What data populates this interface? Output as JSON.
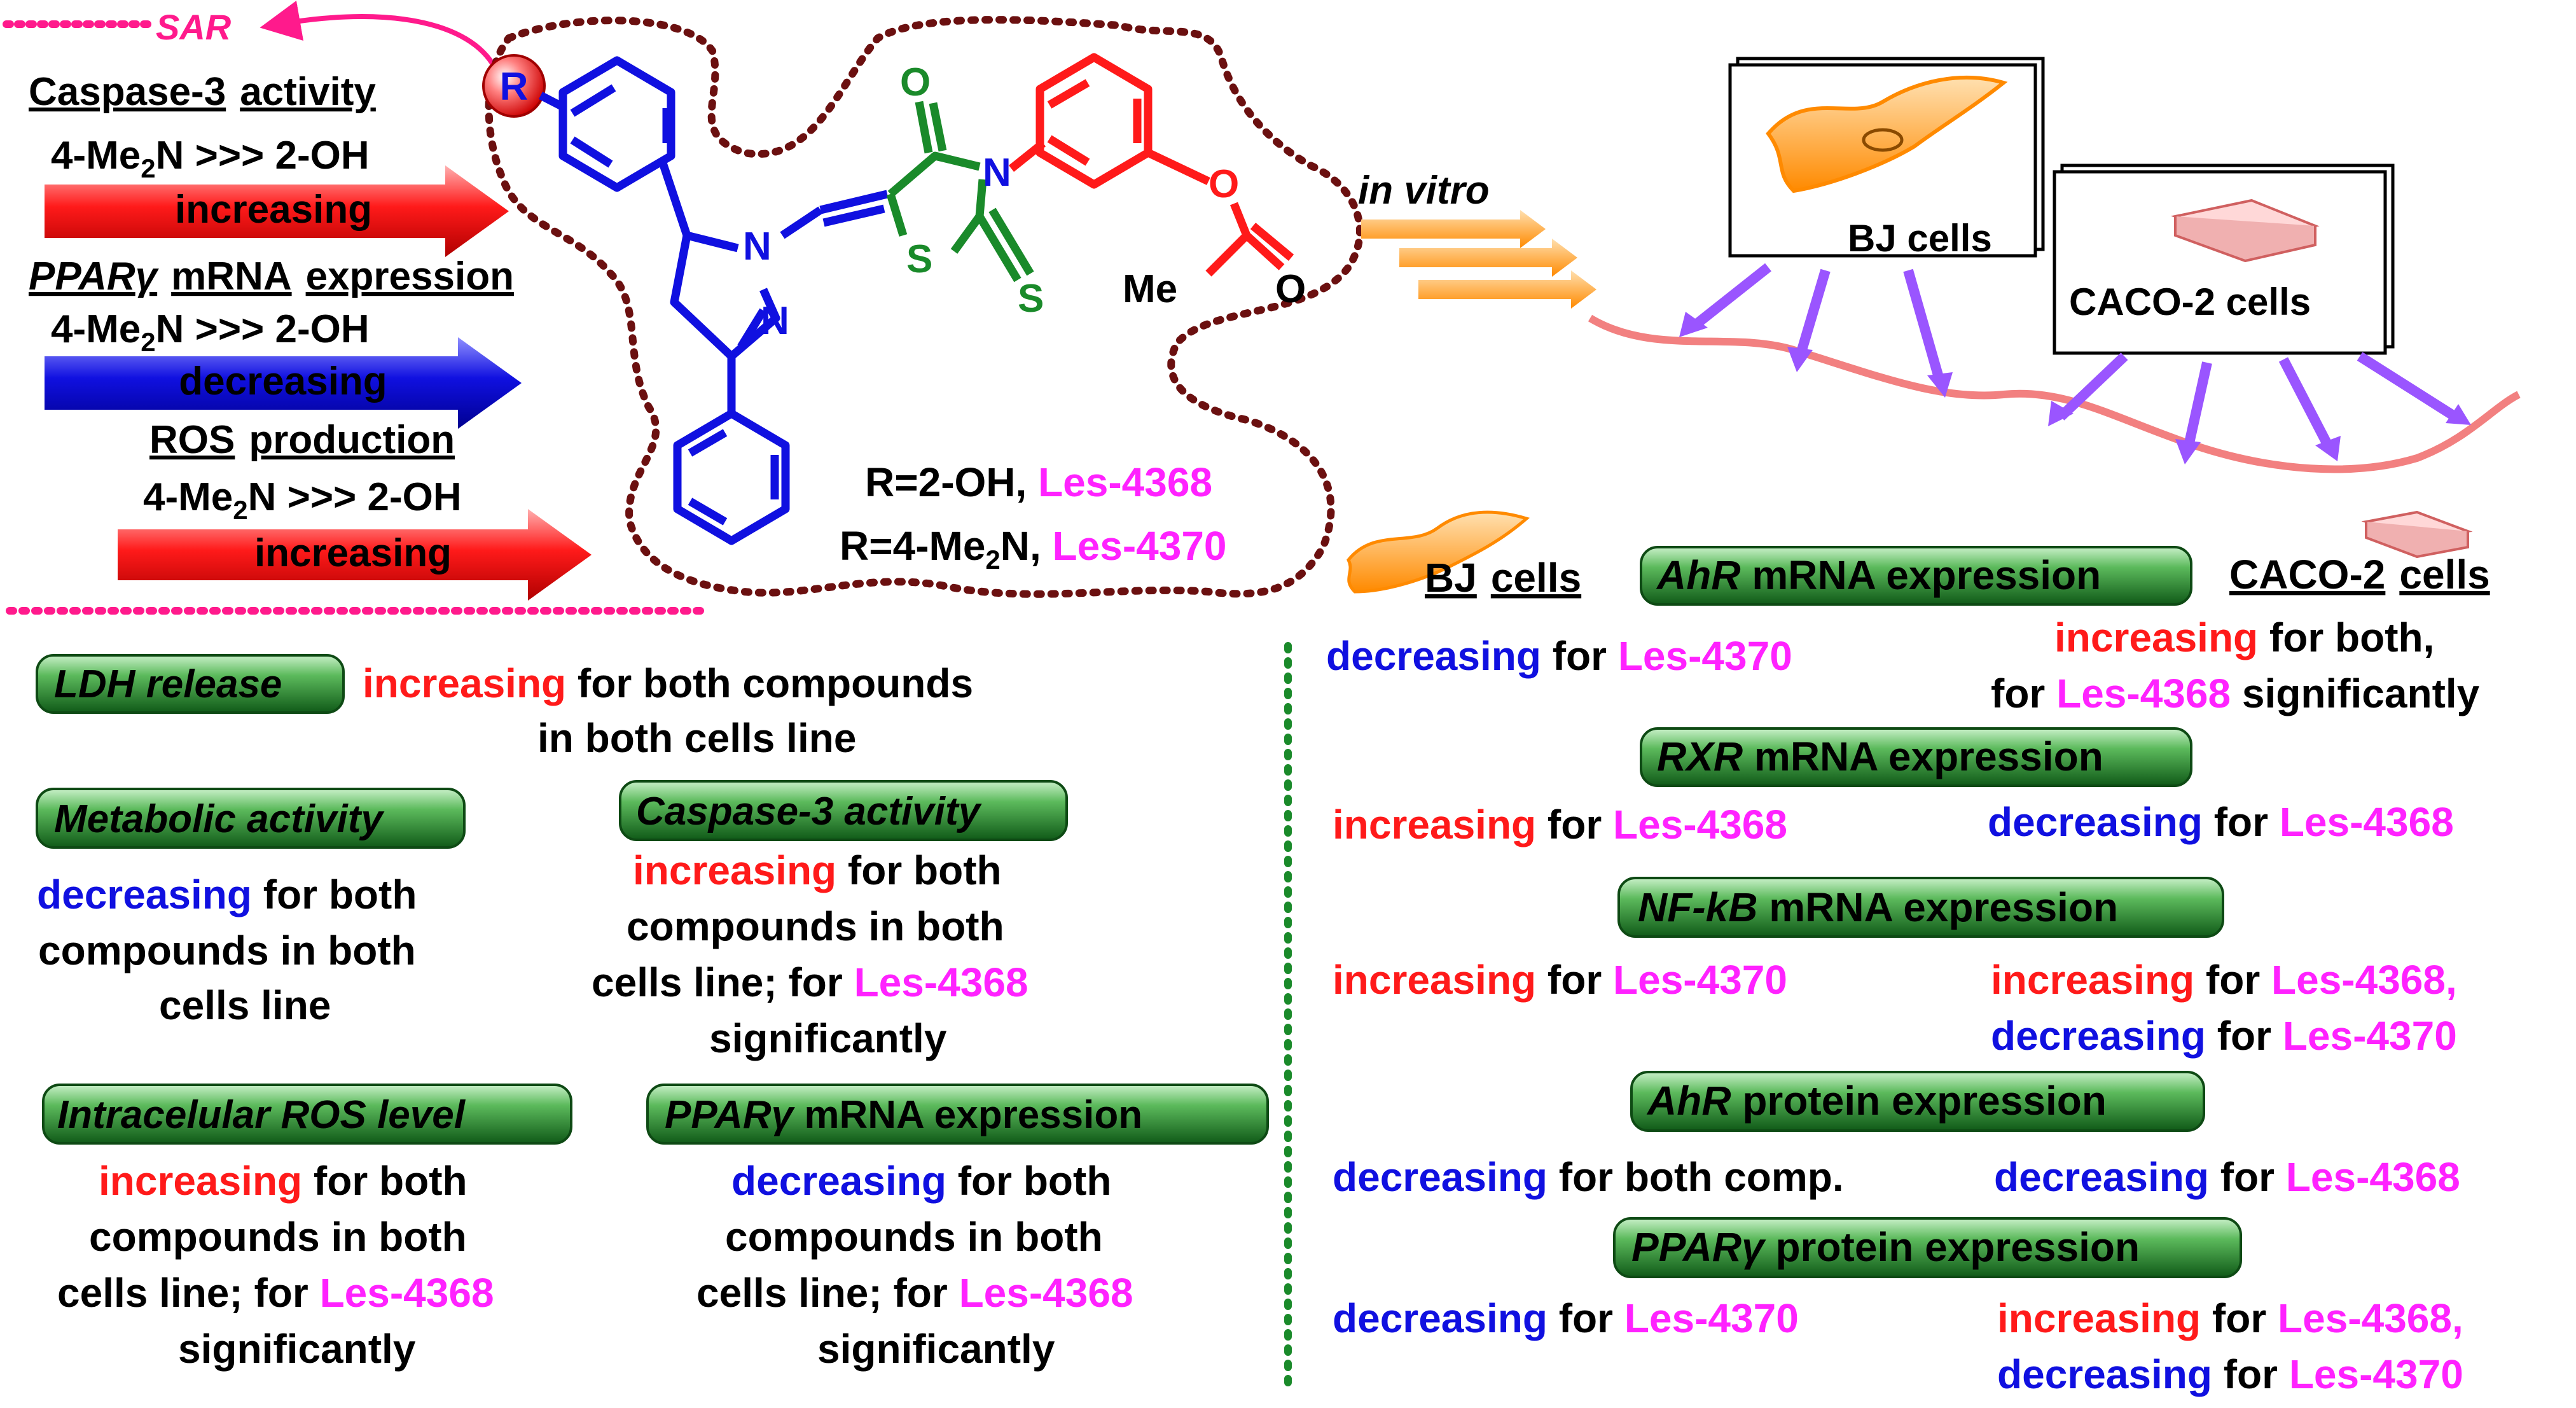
{
  "colors": {
    "red": "#ff1a1a",
    "blue": "#1010e0",
    "magenta": "#ff22ff",
    "green_fill": "#1f8a2e",
    "pink": "#ff1a8c",
    "maroon": "#6b1010",
    "orange": "#ff9a1a",
    "purple": "#9a55ff",
    "salmon": "#f28080"
  },
  "sar": {
    "title": "SAR",
    "r_label": "R",
    "sections": [
      {
        "heading_a": "Caspase-3",
        "heading_b": "activity",
        "order": "4-Me",
        "order_sub": "2",
        "order_tail": "N >>> 2-OH",
        "trend": "increasing"
      },
      {
        "heading_a": "PPAR",
        "heading_greek": "γ",
        "heading_b": "mRNA",
        "heading_c": "expression",
        "order": "4-Me",
        "order_sub": "2",
        "order_tail": "N >>> 2-OH",
        "trend": "decreasing"
      },
      {
        "heading_a": "ROS",
        "heading_b": "production",
        "order": "4-Me",
        "order_sub": "2",
        "order_tail": "N >>> 2-OH",
        "trend": "increasing"
      }
    ]
  },
  "structure": {
    "atoms": {
      "O": "O",
      "N": "N",
      "S": "S",
      "Me": "Me"
    },
    "variant1_prefix": "R=2-OH, ",
    "variant1_name": "Les-4368",
    "variant2_prefix": "R=4-Me",
    "variant2_sub": "2",
    "variant2_mid": "N, ",
    "variant2_name": "Les-4370"
  },
  "invitro": {
    "label": "in vitro",
    "bj_cells": "BJ cells",
    "caco_cells": "CACO-2 cells"
  },
  "left_panel": {
    "ldh": {
      "label": "LDH release",
      "line1_a": "increasing",
      "line1_b": " for both compounds",
      "line2": "in both cells line"
    },
    "metabolic": {
      "label": "Metabolic activity",
      "line1_a": "decreasing",
      "line1_b": " for both",
      "line2": "compounds in both",
      "line3": "cells line"
    },
    "caspase": {
      "label": "Caspase-3 activity",
      "line1_a": "increasing",
      "line1_b": " for both",
      "line2": "compounds in both",
      "line3_a": "cells line; for ",
      "line3_b": "Les-4368",
      "line4": "significantly"
    },
    "ros": {
      "label": "Intracelular ROS level",
      "line1_a": "increasing",
      "line1_b": " for both",
      "line2": "compounds in both",
      "line3_a": "cells line; for ",
      "line3_b": "Les-4368",
      "line4": "significantly"
    },
    "ppar": {
      "label_a": "PPAR",
      "label_greek": "γ",
      "label_b": " mRNA expression",
      "line1_a": "decreasing",
      "line1_b": " for both",
      "line2": "compounds in both",
      "line3_a": "cells line; for ",
      "line3_b": "Les-4368",
      "line4": "significantly"
    }
  },
  "right_panel": {
    "bj_header_a": "BJ",
    "bj_header_b": "cells",
    "caco_header_a": "CACO-2",
    "caco_header_b": "cells",
    "for_word": " for ",
    "rows": [
      {
        "label_i": "AhR",
        "label_r": " mRNA expression",
        "bj_a": "decreasing",
        "bj_b": "Les-4370",
        "caco1_a": "increasing",
        "caco1_b": " for both,",
        "caco2_a": "for ",
        "caco2_b": "Les-4368",
        "caco2_c": " significantly"
      },
      {
        "label_i": "RXR",
        "label_r": " mRNA expression",
        "bj_a": "increasing",
        "bj_b": "Les-4368",
        "caco1_a": "decreasing",
        "caco1_b": "Les-4368"
      },
      {
        "label_i": "NF-kB",
        "label_r": " mRNA expression",
        "bj_a": "increasing",
        "bj_b": "Les-4370",
        "caco1_a": "increasing",
        "caco1_b": "Les-4368,",
        "caco2_a": "decreasing",
        "caco2_b": "Les-4370"
      },
      {
        "label_i": "AhR",
        "label_r": " protein expression",
        "bj_a": "decreasing",
        "bj_b": " for both comp.",
        "caco1_a": "decreasing",
        "caco1_b": "Les-4368"
      },
      {
        "label_i": "PPAR",
        "label_greek": "γ",
        "label_r": " protein expression",
        "bj_a": "decreasing",
        "bj_b": "Les-4370",
        "caco1_a": "increasing",
        "caco1_b": "Les-4368,",
        "caco2_a": "decreasing",
        "caco2_b": "Les-4370"
      }
    ]
  }
}
